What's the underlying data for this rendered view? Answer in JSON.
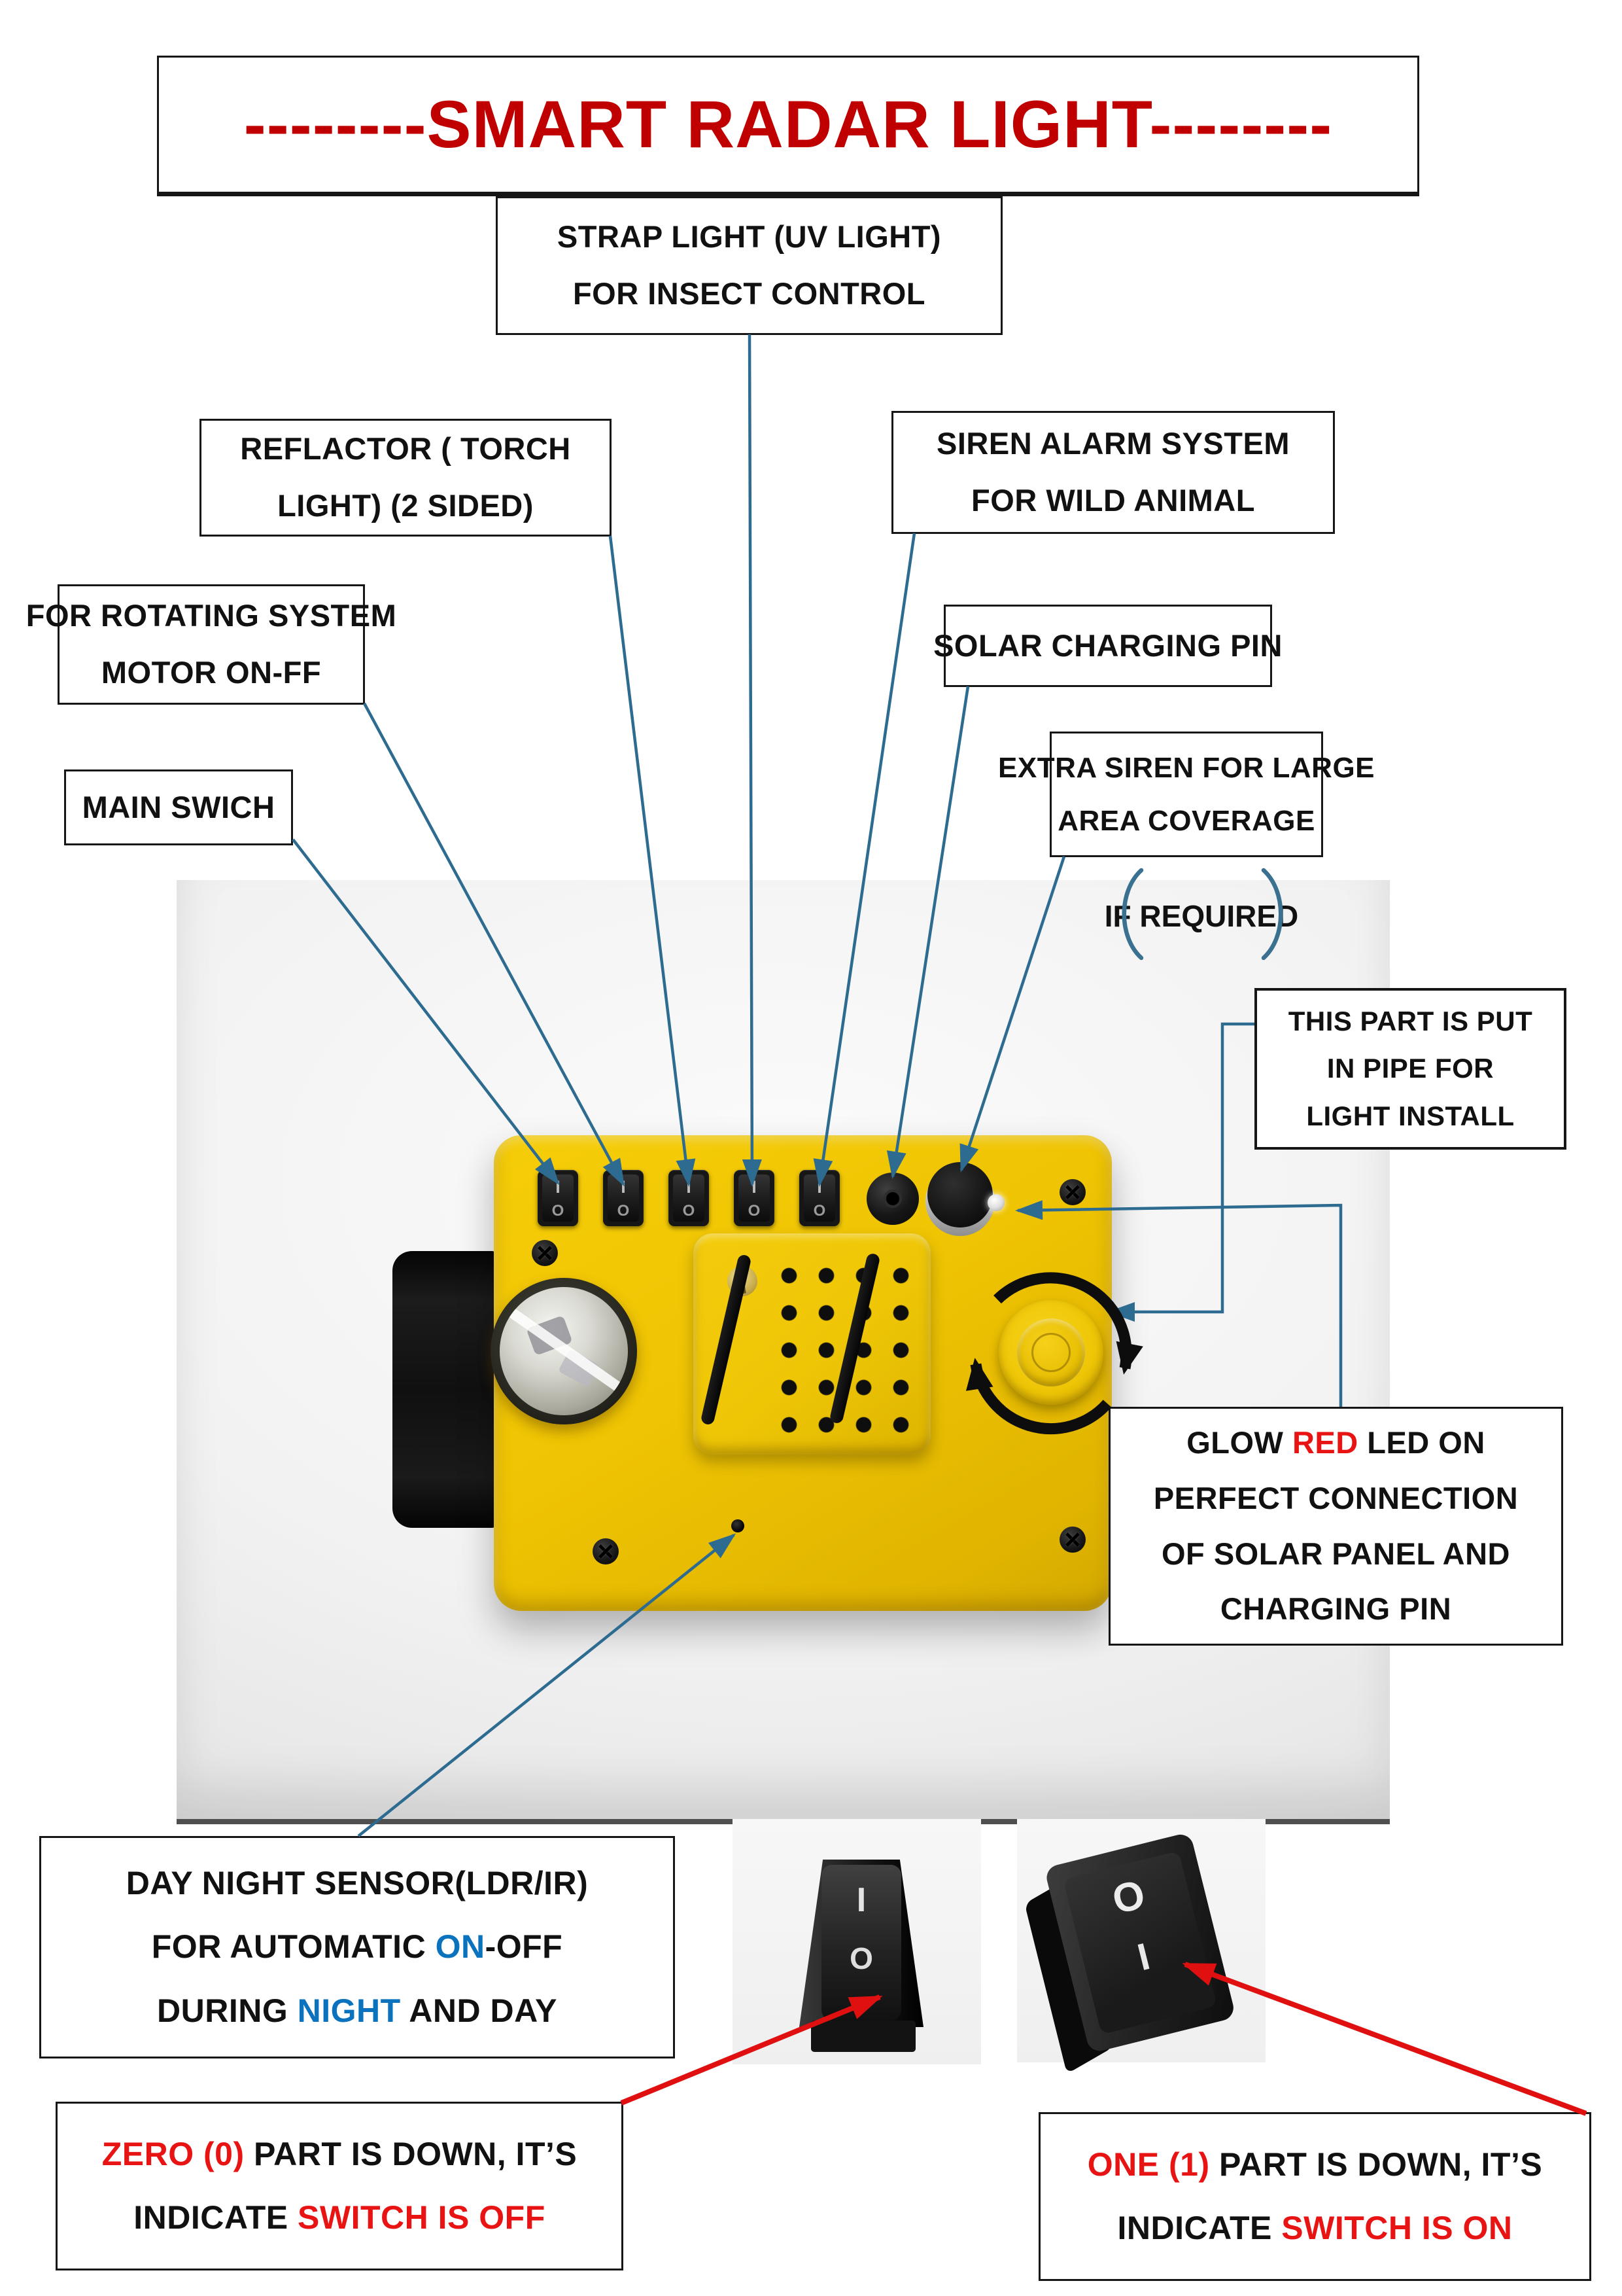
{
  "title": {
    "text": "--------SMART RADAR LIGHT--------"
  },
  "labels": {
    "strap": {
      "l1": "STRAP LIGHT (UV LIGHT)",
      "l2": "FOR INSECT CONTROL"
    },
    "reflector": {
      "l1": "REFLACTOR ( TORCH",
      "l2": "LIGHT) (2 SIDED)"
    },
    "rotating": {
      "l1": "FOR ROTATING SYSTEM",
      "l2": "MOTOR ON-FF"
    },
    "main": {
      "l1": "MAIN SWICH"
    },
    "siren": {
      "l1": "SIREN ALARM SYSTEM",
      "l2": "FOR WILD ANIMAL"
    },
    "solar": {
      "l1": "SOLAR CHARGING PIN"
    },
    "extra": {
      "l1": "EXTRA SIREN FOR LARGE",
      "l2": "AREA COVERAGE"
    },
    "if_required": "IF REQUIRED",
    "pipe": {
      "l1": "THIS PART IS PUT",
      "l2": "IN PIPE FOR",
      "l3": "LIGHT INSTALL"
    },
    "glow": {
      "l1a": "GLOW ",
      "l1b": "RED",
      "l1c": " LED ON",
      "l2": "PERFECT CONNECTION",
      "l3": "OF SOLAR PANEL AND",
      "l4": "CHARGING PIN"
    },
    "day_night": {
      "l1": "DAY NIGHT SENSOR(LDR/IR)",
      "l2a": "FOR AUTOMATIC ",
      "l2b": "ON",
      "l2c": "-OFF",
      "l3a": "DURING ",
      "l3b": "NIGHT",
      "l3c": " AND DAY"
    },
    "zero": {
      "l1a": "ZERO (0)",
      "l1b": " PART IS DOWN, IT’S",
      "l2a": "INDICATE ",
      "l2b": "SWITCH IS OFF"
    },
    "one": {
      "l1a": "ONE (1)",
      "l1b": " PART IS DOWN, IT’S",
      "l2a": "INDICATE ",
      "l2b": "SWITCH IS ON"
    }
  },
  "device": {
    "rocker_on_mark": "I",
    "rocker_off_mark": "O"
  },
  "colors": {
    "title_red": "#c00000",
    "highlight_red": "#e81414",
    "highlight_blue": "#0b72bd",
    "callout_line": "#2e6b90",
    "arrow_red": "#e01010",
    "device_yellow": "#efc403"
  }
}
